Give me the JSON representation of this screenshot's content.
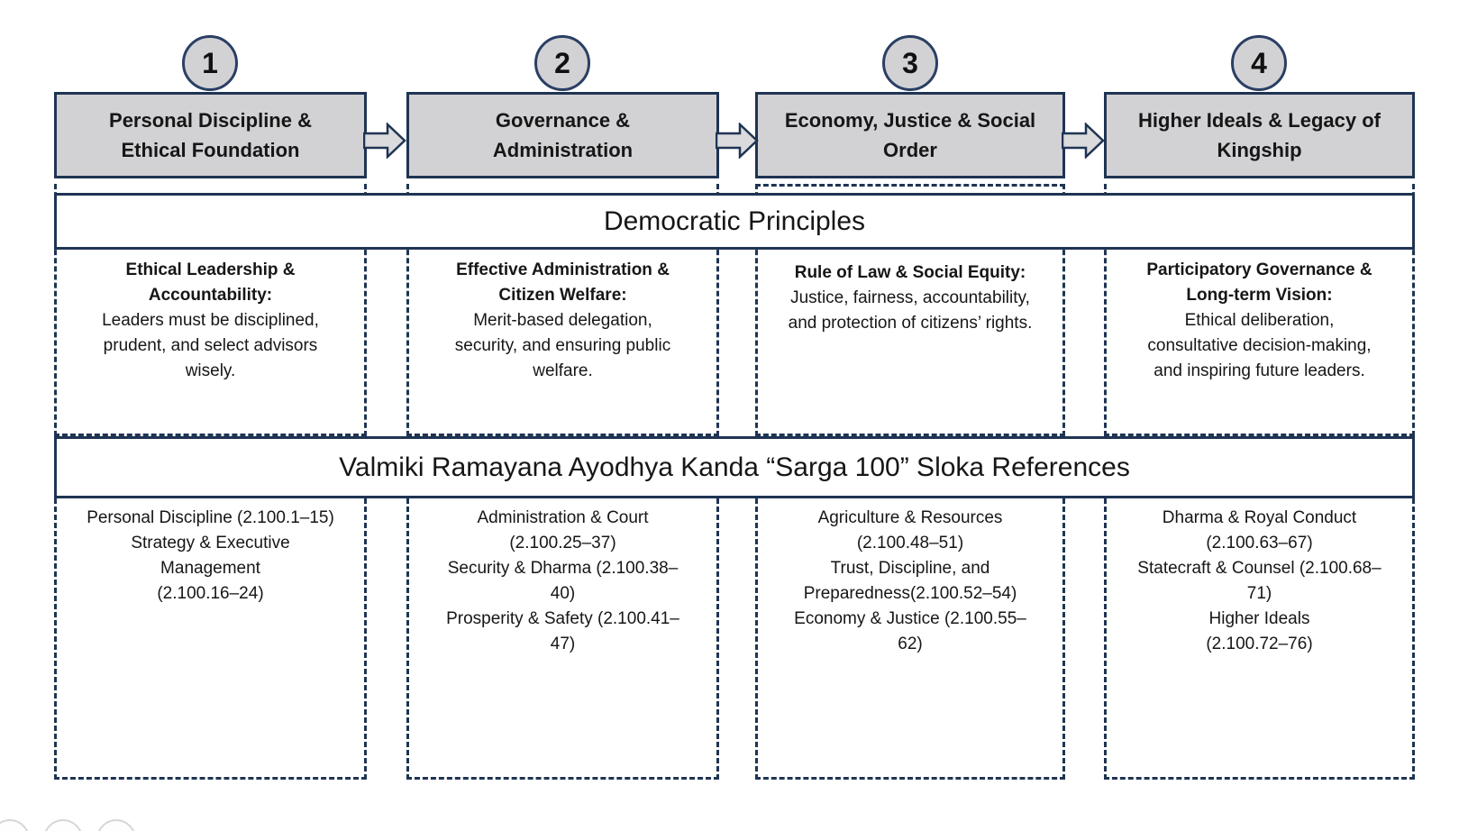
{
  "colors": {
    "navy_border": "#1f3453",
    "header_fill": "#d2d1d4",
    "circle_fill": "#d2d2d5",
    "arrow_fill": "#dbdbdd",
    "text": "#161616",
    "faint_control": "#d6d6d6"
  },
  "bands": {
    "principles_title": "Democratic Principles",
    "sloka_title": "Valmiki Ramayana Ayodhya Kanda “Sarga 100” Sloka References"
  },
  "columns": [
    {
      "number": "1",
      "title_lines": [
        "Personal Discipline &",
        "Ethical Foundation"
      ],
      "principle_lines": [
        {
          "t": "Ethical Leadership &",
          "b": true
        },
        {
          "t": "Accountability:",
          "b": true
        },
        {
          "t": "Leaders must be disciplined,"
        },
        {
          "t": "prudent, and select advisors"
        },
        {
          "t": "wisely."
        }
      ],
      "sloka_lines": [
        {
          "t": "Personal Discipline (2.100.1–15)"
        },
        {
          "t": "Strategy & Executive"
        },
        {
          "t": "Management"
        },
        {
          "t": "(2.100.16–24)"
        }
      ]
    },
    {
      "number": "2",
      "title_lines": [
        "Governance &",
        "Administration"
      ],
      "principle_lines": [
        {
          "t": "Effective Administration &",
          "b": true
        },
        {
          "t": "Citizen Welfare:",
          "b": true
        },
        {
          "t": "Merit-based delegation,"
        },
        {
          "t": "security, and ensuring public"
        },
        {
          "t": "welfare."
        }
      ],
      "sloka_lines": [
        {
          "t": "Administration & Court"
        },
        {
          "t": "(2.100.25–37)"
        },
        {
          "t": "Security & Dharma (2.100.38–"
        },
        {
          "t": "40)"
        },
        {
          "t": "Prosperity & Safety (2.100.41–"
        },
        {
          "t": "47)"
        }
      ]
    },
    {
      "number": "3",
      "title_lines": [
        "Economy, Justice & Social",
        "Order"
      ],
      "principle_lines": [
        {
          "t": "Rule of Law & Social Equity:",
          "b": true
        },
        {
          "t": "Justice, fairness, accountability,"
        },
        {
          "t": "and protection of citizens’ rights."
        }
      ],
      "sloka_lines": [
        {
          "t": "Agriculture & Resources"
        },
        {
          "t": "(2.100.48–51)"
        },
        {
          "t": "Trust, Discipline, and"
        },
        {
          "t": "Preparedness(2.100.52–54)"
        },
        {
          "t": "Economy & Justice (2.100.55–"
        },
        {
          "t": "62)"
        }
      ]
    },
    {
      "number": "4",
      "title_lines": [
        "Higher Ideals & Legacy of",
        "Kingship"
      ],
      "principle_lines": [
        {
          "t": "Participatory Governance &",
          "b": true
        },
        {
          "t": "Long-term Vision:",
          "b": true
        },
        {
          "t": "Ethical deliberation,"
        },
        {
          "t": "consultative decision-making,"
        },
        {
          "t": "and inspiring future leaders."
        }
      ],
      "sloka_lines": [
        {
          "t": "Dharma & Royal Conduct"
        },
        {
          "t": "(2.100.63–67)"
        },
        {
          "t": "Statecraft & Counsel (2.100.68–"
        },
        {
          "t": "71)"
        },
        {
          "t": "Higher Ideals"
        },
        {
          "t": "(2.100.72–76)"
        }
      ]
    }
  ]
}
